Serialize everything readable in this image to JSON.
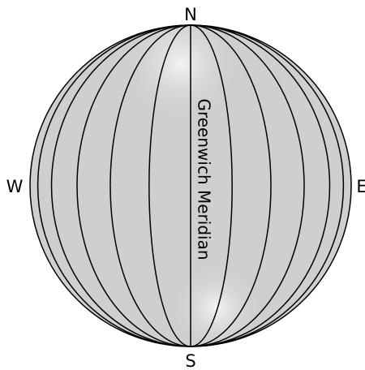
{
  "labels": {
    "north": "N",
    "south": "S",
    "west": "W",
    "east": "E",
    "meridian": "Greenwich Meridian"
  },
  "colors": {
    "globe_fill": "#cfcfcf",
    "globe_highlight": "#f2f2f2",
    "line": "#000000"
  },
  "meridian_count_each_side": 5
}
